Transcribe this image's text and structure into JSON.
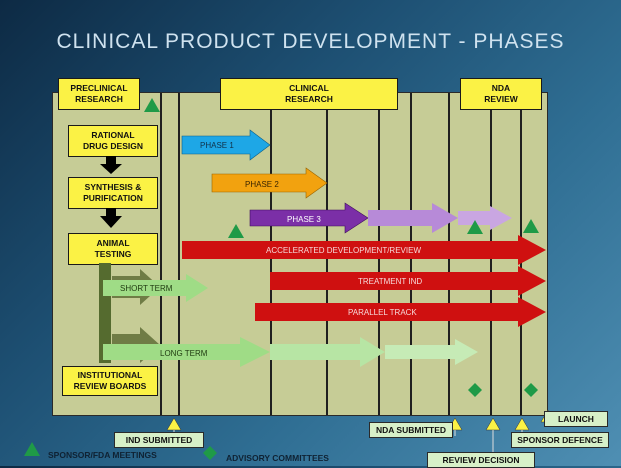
{
  "title": "CLINICAL PRODUCT DEVELOPMENT - PHASES",
  "headers": {
    "preclinical": "PRECLINICAL\nRESEARCH",
    "clinical": "CLINICAL\nRESEARCH",
    "nda": "NDA\nREVIEW"
  },
  "steps": {
    "rational": "RATIONAL\nDRUG DESIGN",
    "synthesis": "SYNTHESIS &\nPURIFICATION",
    "animal": "ANIMAL\nTESTING",
    "irb": "INSTITUTIONAL\nREVIEW BOARDS"
  },
  "arrows": {
    "phase1": "PHASE 1",
    "phase2": "PHASE 2",
    "phase3": "PHASE 3",
    "accelerated": "ACCELERATED DEVELOPMENT/REVIEW",
    "treatment": "TREATMENT IND",
    "parallel": "PARALLEL TRACK",
    "short_term": "SHORT TERM",
    "long_term": "LONG TERM"
  },
  "milestones": {
    "ind_submitted": "IND SUBMITTED",
    "nda_submitted": "NDA SUBMITTED",
    "launch": "LAUNCH",
    "sponsor_defence": "SPONSOR DEFENCE",
    "review_decision": "REVIEW DECISION"
  },
  "legend": {
    "sponsor_meetings": "SPONSOR/FDA MEETINGS",
    "advisory": "ADVISORY COMMITTEES"
  },
  "colors": {
    "board": "#c6cc96",
    "header": "#fbf245",
    "phase1": "#1ea7e6",
    "phase2": "#f2a20f",
    "phase3": "#7b2fa7",
    "red": "#cf1010",
    "green_arrow": "#9fdc86",
    "marker": "#1f9a47"
  }
}
